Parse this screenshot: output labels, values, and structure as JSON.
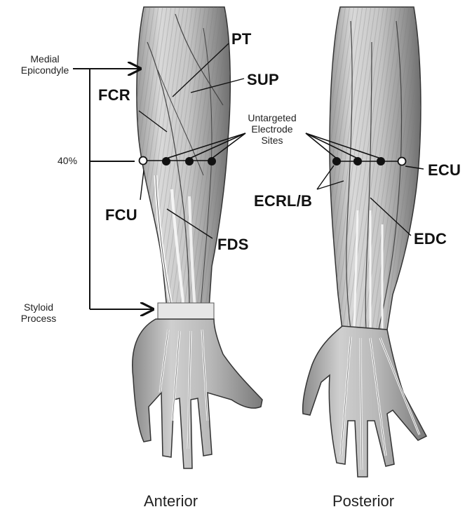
{
  "figure": {
    "landmarks": {
      "medial_epicondyle": "Medial Epicondyle",
      "styloid_process": "Styloid Process",
      "percent_mark": "40%"
    },
    "callout": "Untargeted Electrode Sites",
    "anterior_muscles": {
      "pt": "PT",
      "sup": "SUP",
      "fcr": "FCR",
      "fcu": "FCU",
      "fds": "FDS"
    },
    "posterior_muscles": {
      "ecu": "ECU",
      "ecrl_b": "ECRL/B",
      "edc": "EDC"
    },
    "views": {
      "anterior": "Anterior",
      "posterior": "Posterior"
    },
    "electrodes": {
      "anterior": [
        "open",
        "filled",
        "filled",
        "filled"
      ],
      "posterior": [
        "filled",
        "filled",
        "filled",
        "open"
      ]
    }
  }
}
